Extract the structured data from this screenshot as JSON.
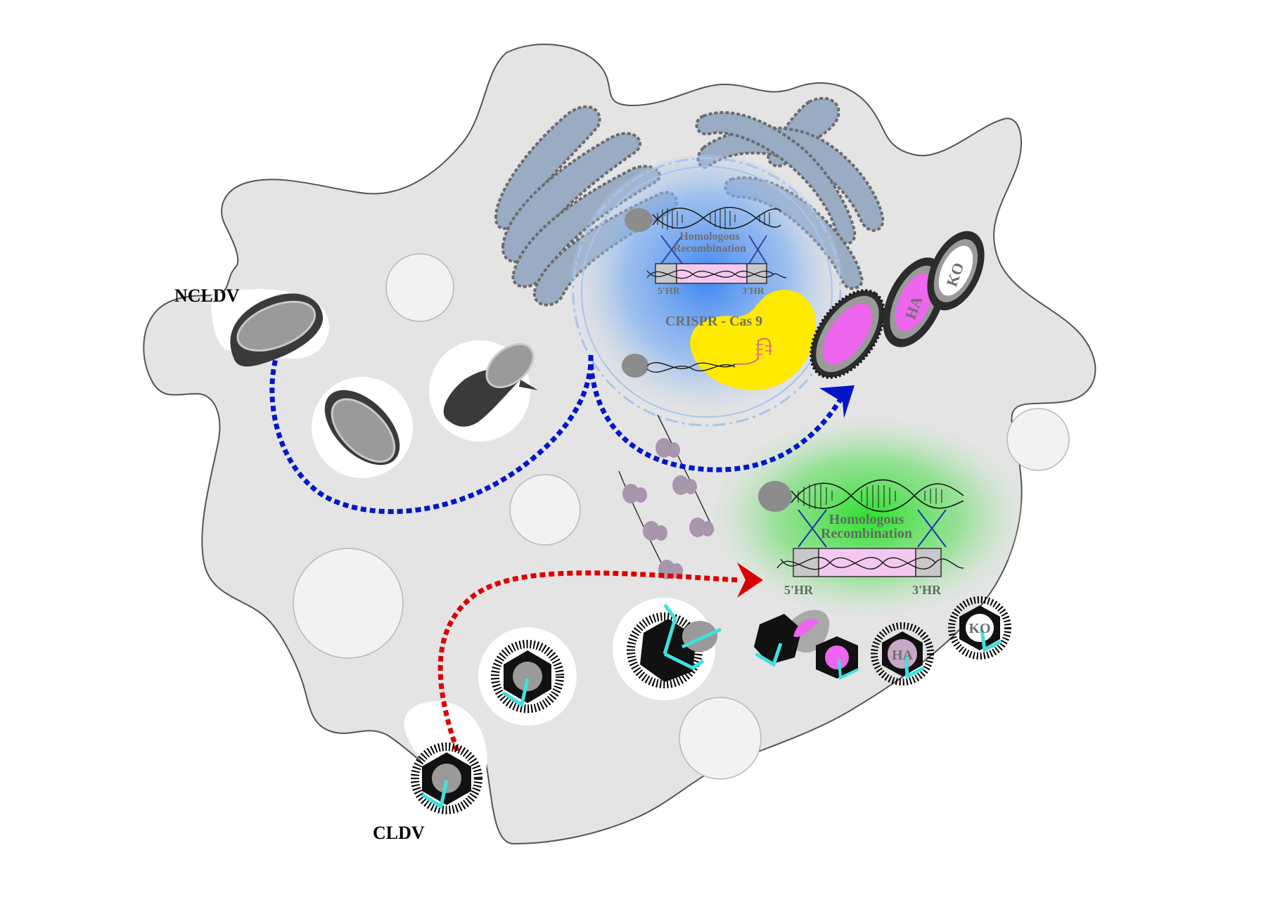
{
  "labels": {
    "ncldv": "NCLDV",
    "cldv": "CLDV",
    "nucleus_hr_line1": "Homologous",
    "nucleus_hr_line2": "Recombination",
    "nucleus_5hr": "5'HR",
    "nucleus_3hr": "3'HR",
    "crispr": "CRISPR - Cas 9",
    "factory_hr_line1": "Homologous",
    "factory_hr_line2": "Recombination",
    "factory_5hr": "5'HR",
    "factory_3hr": "3'HR",
    "ncldv_ha": "HA",
    "ncldv_ko": "KO",
    "cldv_ha": "HA",
    "cldv_ko": "KO"
  },
  "colors": {
    "cell_fill": "#e4e4e4",
    "cell_outline": "#555555",
    "golgi": "#9aacc4",
    "nucleus_glow": "#4a8cf0",
    "factory_glow": "#3ee03e",
    "cas9": "#ffea00",
    "insert_pink": "#f4c8f0",
    "reporter_magenta": "#ee66ee",
    "fiber_cyan": "#40e0e0",
    "ribosome": "#a896ac",
    "ncldv_path": "#0018c8",
    "cldv_path": "#dd0000"
  }
}
